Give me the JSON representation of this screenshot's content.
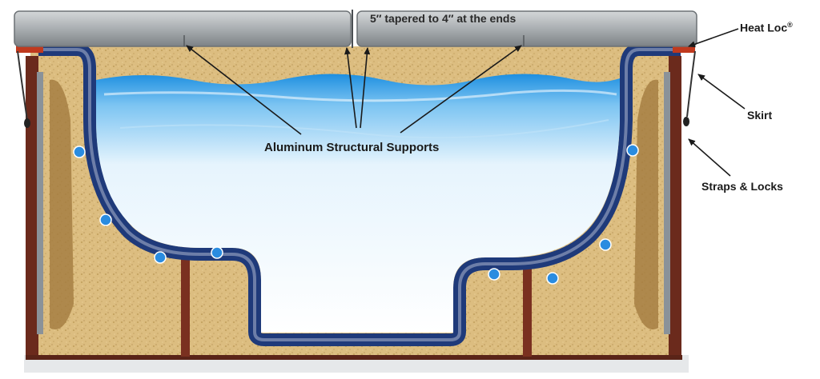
{
  "labels": {
    "cover_taper": "5″ tapered to 4″ at the ends",
    "aluminum_supports": "Aluminum Structural Supports",
    "heat_loc": "Heat Loc",
    "heat_loc_mark": "®",
    "skirt": "Skirt",
    "straps_locks": "Straps & Locks"
  },
  "colors": {
    "cover": "#9ea3a6",
    "shell": "#1f3a7a",
    "water": "#4aa8e8",
    "foam": "#d9b97a",
    "cabinet": "#6b2a1c",
    "heat_loc_seal": "#c0391e",
    "jet": "#2a8ce0"
  }
}
